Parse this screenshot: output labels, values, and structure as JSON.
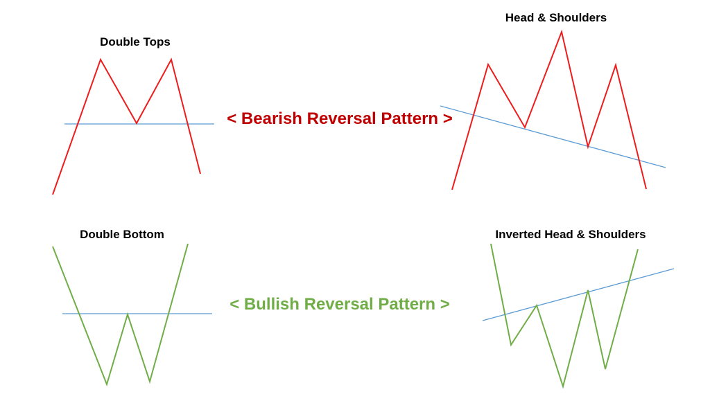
{
  "colors": {
    "bearish": "#ee1c1c",
    "bullish": "#70ad47",
    "trendline": "#5b9bd5",
    "bearish_text": "#c00000",
    "bullish_text": "#70ad47"
  },
  "bands": {
    "bearish": "< Bearish Reversal Pattern >",
    "bullish": "< Bullish Reversal Pattern >"
  },
  "patterns": {
    "double_tops": {
      "title": "Double Tops"
    },
    "head_shoulders": {
      "title": "Head & Shoulders"
    },
    "double_bottom": {
      "title": "Double Bottom"
    },
    "inverted_head_shoulders": {
      "title": "Inverted Head & Shoulders"
    }
  }
}
